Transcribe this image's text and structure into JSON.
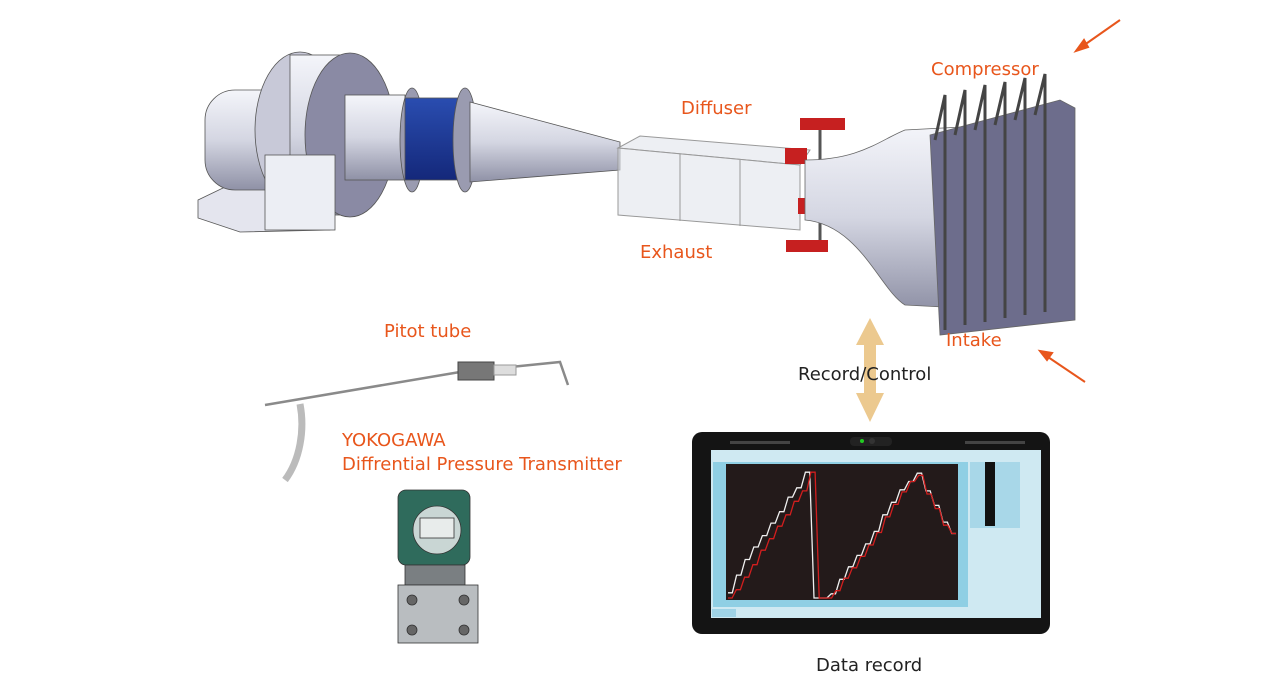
{
  "labels": {
    "compressor": "Compressor",
    "diffuser": "Diffuser",
    "exhaust": "Exhaust",
    "intake": "Intake",
    "pitot": "Pitot tube",
    "transmitter_line1": "YOKOGAWA",
    "transmitter_line2": "Diffrential Pressure Transmitter",
    "record_control": "Record/Control",
    "data_record": "Data record"
  },
  "colors": {
    "accent": "#e8561c",
    "duct_blue": "#1f3c9a",
    "arrow_tan": "#ecc98f",
    "screen_bg": "#cfe9f2",
    "plot_bg": "#231a1a",
    "trace_white": "#f0f0f0",
    "trace_red": "#d21e1e"
  },
  "screen_trace": {
    "white": [
      5,
      5,
      22,
      22,
      37,
      37,
      49,
      49,
      60,
      60,
      72,
      72,
      83,
      83,
      97,
      97,
      106,
      106,
      121,
      121,
      0,
      0,
      0,
      0,
      4,
      4,
      18,
      18,
      30,
      30,
      41,
      41,
      52,
      52,
      64,
      64,
      80,
      80,
      92,
      92,
      104,
      104,
      112,
      112,
      120,
      120,
      103,
      103,
      89,
      89,
      73,
      73,
      62,
      62
    ],
    "red": [
      0,
      0,
      8,
      8,
      20,
      20,
      32,
      32,
      46,
      46,
      57,
      57,
      69,
      69,
      80,
      80,
      93,
      93,
      103,
      103,
      121,
      121,
      0,
      0,
      0,
      0,
      7,
      7,
      19,
      19,
      29,
      29,
      40,
      40,
      51,
      51,
      63,
      63,
      78,
      78,
      90,
      90,
      102,
      102,
      112,
      112,
      118,
      118,
      100,
      100,
      86,
      86,
      70,
      70,
      62,
      62
    ]
  }
}
